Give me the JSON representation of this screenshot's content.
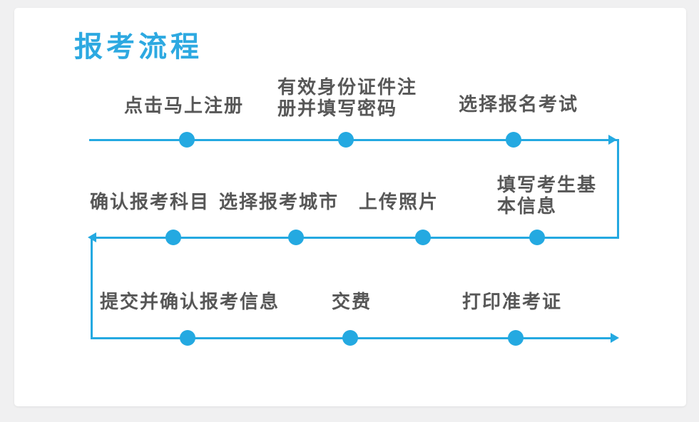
{
  "title": "报考流程",
  "colors": {
    "accent": "#24a9e1",
    "title_color": "#2da9e1",
    "label_color": "#575757",
    "canvas_bg": "#f0f0f1",
    "card_bg": "#ffffff"
  },
  "flow": {
    "rows": [
      {
        "direction": "left-to-right",
        "steps": [
          "点击马上注册",
          "有效身份证件注册并填写密码",
          "选择报名考试"
        ]
      },
      {
        "direction": "right-to-left",
        "steps": [
          "确认报考科目",
          "选择报考城市",
          "上传照片",
          "填写考生基本信息"
        ]
      },
      {
        "direction": "left-to-right",
        "steps": [
          "提交并确认报考信息",
          "交费",
          "打印准考证"
        ]
      }
    ]
  }
}
